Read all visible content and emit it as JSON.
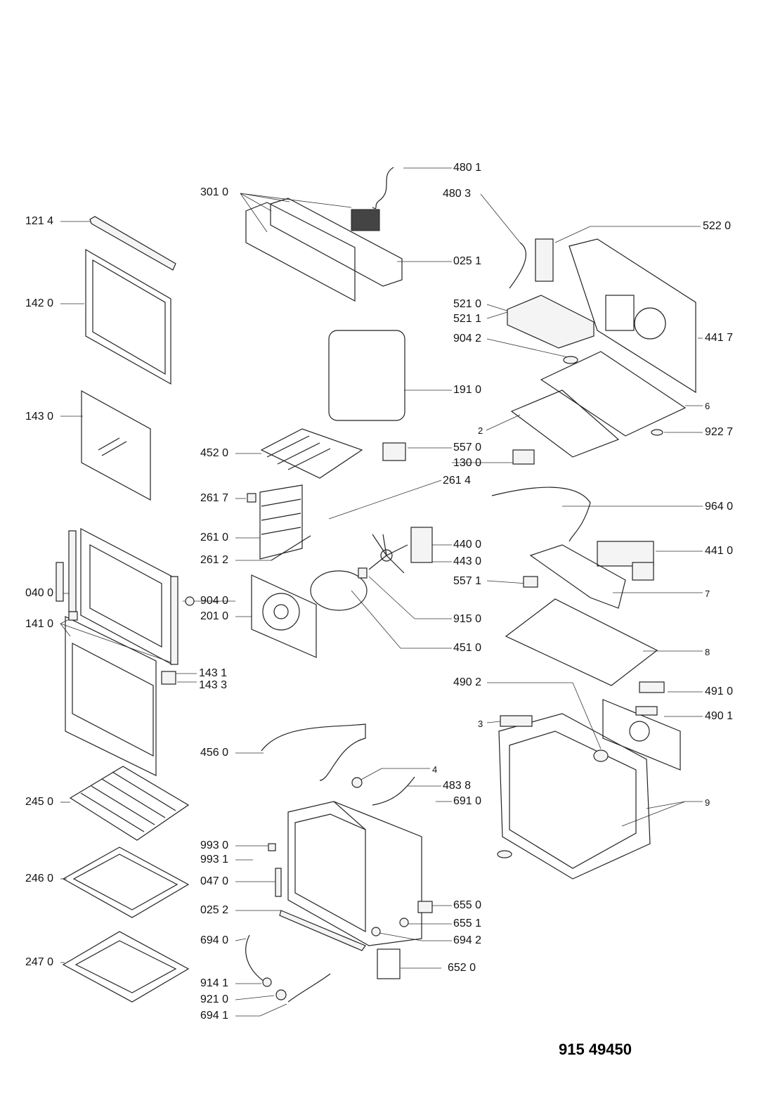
{
  "document_number": "915 49450",
  "labels": {
    "l4801": "480 1",
    "l4803": "480 3",
    "l3010": "301 0",
    "l5220": "522 0",
    "l1214": "121 4",
    "l0251": "025 1",
    "l1420": "142 0",
    "l5210": "521 0",
    "l5211": "521 1",
    "l9042": "904 2",
    "l4417": "441 7",
    "l1910": "191 0",
    "l6": "6",
    "l1430": "143 0",
    "l2": "2",
    "l9227": "922 7",
    "l4520": "452 0",
    "l5570": "557 0",
    "l1300": "130 0",
    "l2614": "261 4",
    "l2617": "261 7",
    "l9640": "964 0",
    "l2610": "261 0",
    "l4400": "440 0",
    "l4410": "441 0",
    "l2612": "261 2",
    "l4430": "443 0",
    "l5571": "557 1",
    "l0400": "040 0",
    "l9040": "904 0",
    "l7": "7",
    "l2010": "201 0",
    "l9150": "915 0",
    "l1410": "141 0",
    "l4510": "451 0",
    "l8": "8",
    "l1431": "143 1",
    "l1433": "143 3",
    "l4902": "490 2",
    "l4910": "491 0",
    "l3": "3",
    "l4901": "490 1",
    "l4560": "456 0",
    "l4": "4",
    "l4838": "483 8",
    "l2450": "245 0",
    "l6910": "691 0",
    "l9": "9",
    "l9930": "993 0",
    "l9931": "993 1",
    "l2460": "246 0",
    "l0470": "047 0",
    "l6550": "655 0",
    "l0252": "025 2",
    "l6551": "655 1",
    "l6940": "694 0",
    "l6942": "694 2",
    "l2470": "247 0",
    "l6520": "652 0",
    "l9141": "914 1",
    "l9210": "921 0",
    "l6941": "694 1"
  }
}
